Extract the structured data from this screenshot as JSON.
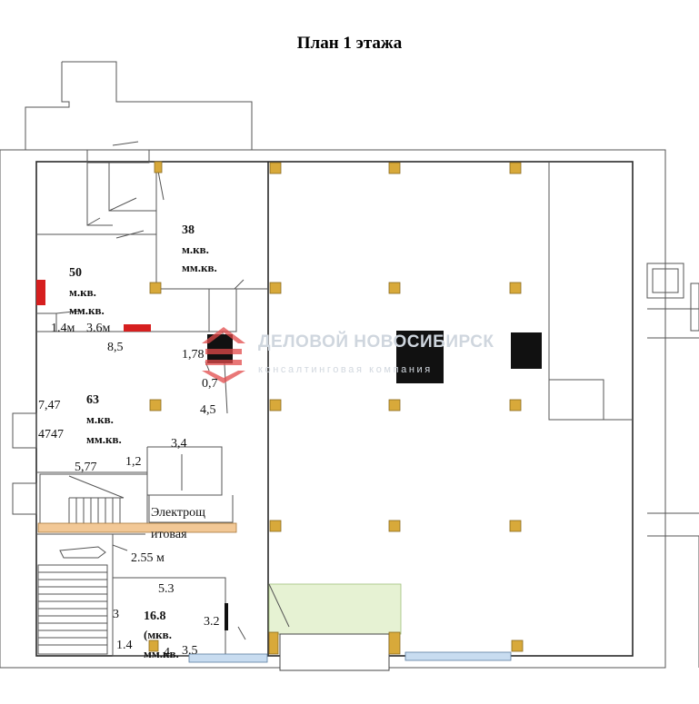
{
  "title": "План 1 этажа",
  "rooms": {
    "room_38": {
      "area": "38",
      "unit1": "м.кв.",
      "unit2": "мм.кв."
    },
    "room_50": {
      "area": "50",
      "unit1": "м.кв.",
      "unit2": "мм.кв."
    },
    "room_63": {
      "area": "63",
      "unit1": "м.кв.",
      "unit2": "мм.кв."
    },
    "room_16_8": {
      "area": "16.8",
      "unit1": "(мкв.",
      "unit2": "мм.кв."
    },
    "electro": {
      "line1": "Электрощ",
      "line2": "итовая"
    }
  },
  "dimensions": {
    "d_1_4m": "1.4м",
    "d_3_6m": "3.6м",
    "d_8_5": "8,5",
    "d_1_78": "1,78",
    "d_0_7": "0,7",
    "d_4_5": "4,5",
    "d_7_47": "7,47",
    "d_4747": "4747",
    "d_3_4": "3,4",
    "d_1_2": "1,2",
    "d_5_77": "5,77",
    "d_2_55m": "2.55 м",
    "d_5_3": "5.3",
    "d_3": "3",
    "d_3_2": "3.2",
    "d_1_4": "1.4",
    "d_4": "4",
    "d_3_5": "3.5"
  },
  "watermark": {
    "name": "ДЕЛОВОЙ НОВОСИБИРСК",
    "tagline": "консалтинговая компания"
  },
  "colors": {
    "column": "#d8a93a",
    "red_marker": "#d61f1f",
    "stair_band": "#f2c896",
    "entrance_green": "#e6f2d3",
    "window_blue": "#c8dcf0",
    "dark_block": "#111111",
    "logo_red": "#e24a4a"
  }
}
